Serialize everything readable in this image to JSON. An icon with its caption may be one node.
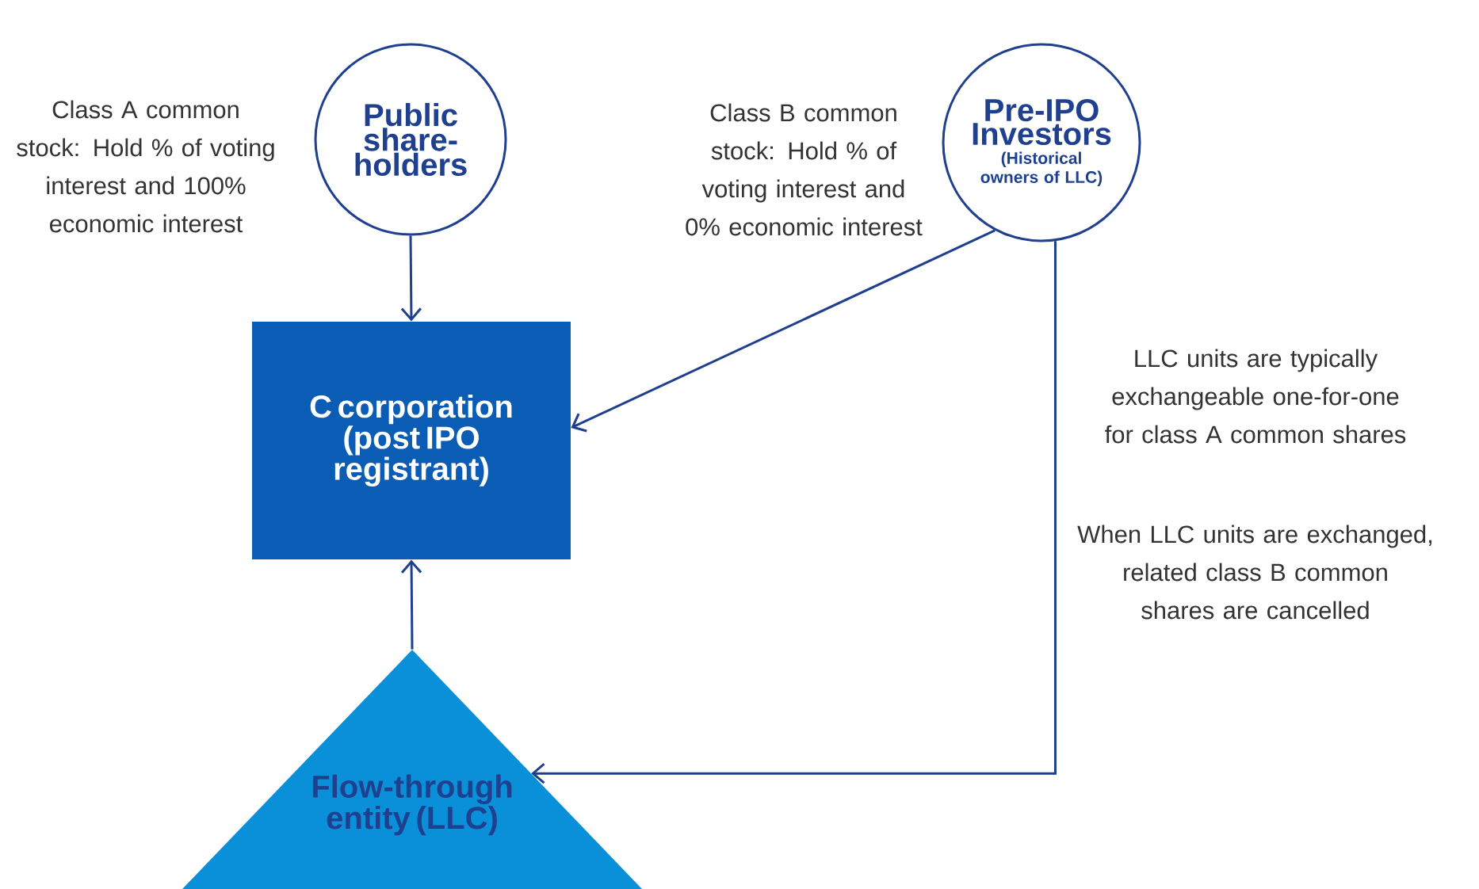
{
  "diagram": {
    "nodes": [
      {
        "text": [
          "Public share-holders"
        ],
        "beside": [
          "Class A common stock: Hold % of voting interest and 100% economic interest"
        ]
      },
      {
        "text": [
          "Pre-IPO Investors",
          "(Historical owners of LLC)"
        ],
        "beside": [
          "Class B common stock: Hold % of voting interest and 0% economic interest"
        ]
      },
      {
        "text": [
          "C corporation (post IPO registrant)"
        ]
      },
      {
        "text": [
          "Flow-through entity (LLC)"
        ]
      }
    ],
    "edges": [
      {
        "from": 0,
        "to": 2,
        "arrow": "to"
      },
      {
        "from": 1,
        "to": 2,
        "arrow": "to"
      },
      {
        "from": 3,
        "to": 2,
        "arrow": "to"
      },
      {
        "from": 1,
        "to": 3,
        "arrow": "to"
      }
    ],
    "labels": [
      "LLC units are typically exchangeable one-for-one for class A common shares",
      "When LLC units are exchanged, related class B common shares are cancelled"
    ]
  }
}
